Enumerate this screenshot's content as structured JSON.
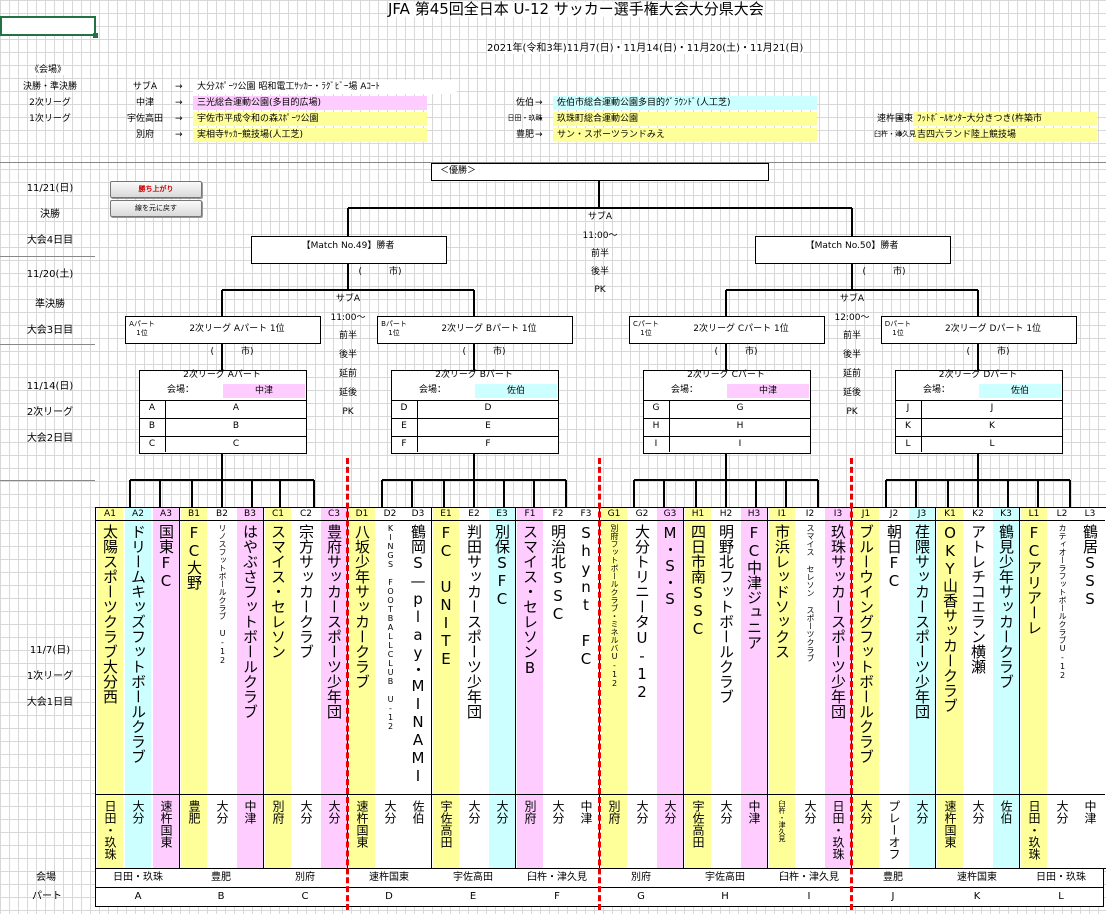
{
  "title": "JFA 第45回全日本 U-12 サッカー選手権大会大分県大会",
  "dates": "2021年(令和3年)11月7(日)・11月14(日)・11月20(土)・11月21(日)",
  "venues_header": "《会場》",
  "venue_rows": [
    {
      "label": "決勝・準決勝",
      "items": [
        {
          "tag": "サブA",
          "arrow": "→",
          "name": "大分ｽﾎﾟｰﾂ公園 昭和電工ｻｯｶｰ・ﾗｸﾞﾋﾞｰ場 Aｺｰﾄ"
        }
      ]
    },
    {
      "label": "2次リーグ",
      "items": [
        {
          "tag": "中津",
          "arrow": "→",
          "name": "三光総合運動公園(多目的広場)"
        },
        {
          "tag": "佐伯",
          "arrow": "→",
          "name": "佐伯市総合運動公園多目的ｸﾞﾗｳﾝﾄﾞ(人工芝)"
        }
      ]
    },
    {
      "label": "1次リーグ",
      "items": [
        {
          "tag": "宇佐高田",
          "arrow": "→",
          "name": "宇佐市平成令和の森ｽﾎﾟｰﾂ公園"
        },
        {
          "tag": "日田・玖珠",
          "arrow": "→",
          "name": "玖珠町総合運動公園"
        },
        {
          "tag": "速杵国東",
          "arrow": "→",
          "name": "ﾌｯﾄﾎﾞｰﾙｾﾝﾀｰ大分きつき(杵築市"
        }
      ]
    },
    {
      "label": "",
      "items": [
        {
          "tag": "別府",
          "arrow": "→",
          "name": "実相寺ｻｯｶｰ競技場(人工芝)"
        },
        {
          "tag": "豊肥",
          "arrow": "→",
          "name": "サン・スポーツランドみえ"
        },
        {
          "tag": "臼杵・津久見",
          "arrow": "→",
          "name": "吉四六ランド陸上競技場"
        }
      ]
    }
  ],
  "side_labels": [
    {
      "date": "11/21(日)",
      "round": "決勝",
      "day": "大会4日目"
    },
    {
      "date": "11/20(土)",
      "round": "準決勝",
      "day": "大会3日目"
    },
    {
      "date": "11/14(日)",
      "round": "2次リーグ",
      "day": "大会2日目"
    },
    {
      "date": "11/7(日)",
      "round": "1次リーグ",
      "day": "大会1日目"
    }
  ],
  "buttons": {
    "raise": "勝ち上がり",
    "reset": "線を元に戻す"
  },
  "final": {
    "champion": "＜優勝＞",
    "venue": "サブA",
    "time": "11:00～",
    "score_labels": [
      "前半",
      "後半",
      "PK"
    ],
    "left": "【Match No.49】勝者",
    "right": "【Match No.50】勝者",
    "city": "(　　　市)"
  },
  "semis": [
    {
      "venue": "サブA",
      "time": "11:00～",
      "labels": [
        "前半",
        "後半",
        "延前",
        "延後",
        "PK"
      ],
      "a": {
        "tag": "Aパート\n1位",
        "name": "2次リーグ Aパート 1位",
        "city": "(　　　市)"
      },
      "b": {
        "tag": "Bパート\n1位",
        "name": "2次リーグ Bパート 1位",
        "city": "(　　　市)"
      }
    },
    {
      "venue": "サブA",
      "time": "12:00～",
      "labels": [
        "前半",
        "後半",
        "延前",
        "延後",
        "PK"
      ],
      "a": {
        "tag": "Cパート\n1位",
        "name": "2次リーグ Cパート 1位",
        "city": "(　　　市)"
      },
      "b": {
        "tag": "Dパート\n1位",
        "name": "2次リーグ Dパート 1位",
        "city": "(　　　市)"
      }
    }
  ],
  "groups2": [
    {
      "title": "2次リーグ Aパート",
      "venue_label": "会場：",
      "venue": "中津",
      "color": "#ffccff",
      "rows": [
        "A",
        "B",
        "C"
      ]
    },
    {
      "title": "2次リーグ Bパート",
      "venue_label": "会場：",
      "venue": "佐伯",
      "color": "#ccffff",
      "rows": [
        "D",
        "E",
        "F"
      ]
    },
    {
      "title": "2次リーグ Cパート",
      "venue_label": "会場：",
      "venue": "中津",
      "color": "#ffccff",
      "rows": [
        "G",
        "H",
        "I"
      ]
    },
    {
      "title": "2次リーグ Dパート",
      "venue_label": "会場：",
      "venue": "佐伯",
      "color": "#ccffff",
      "rows": [
        "J",
        "K",
        "L"
      ]
    }
  ],
  "teams": [
    {
      "code": "A1",
      "name": "太陽スポーツクラブ大分西",
      "pref": "日田・玖珠",
      "color": "#ffff99"
    },
    {
      "code": "A2",
      "name": "ドリームキッズフットボールクラブ",
      "pref": "大分",
      "color": "#ccffff"
    },
    {
      "code": "A3",
      "name": "国東FC",
      "pref": "速杵国東",
      "color": "#ffccff"
    },
    {
      "code": "B1",
      "name": "FC大野",
      "pref": "豊肥",
      "color": "#ffff99"
    },
    {
      "code": "B2",
      "name": "リノスフットボールクラブ U-12",
      "pref": "大分",
      "color": "#ffffff"
    },
    {
      "code": "B3",
      "name": "はやぶさフットボールクラブ",
      "pref": "中津",
      "color": "#ffccff"
    },
    {
      "code": "C1",
      "name": "スマイス・セレソン",
      "pref": "別府",
      "color": "#ffff99"
    },
    {
      "code": "C2",
      "name": "宗方サッカークラブ",
      "pref": "大分",
      "color": "#ffffff"
    },
    {
      "code": "C3",
      "name": "豊府サッカースポーツ少年団",
      "pref": "大分",
      "color": "#ffccff"
    },
    {
      "code": "D1",
      "name": "八坂少年サッカークラブ",
      "pref": "速杵国東",
      "color": "#ffff99"
    },
    {
      "code": "D2",
      "name": "KINGS FOOTBALLCLUB U-12",
      "pref": "大分",
      "color": "#ffffff"
    },
    {
      "code": "D3",
      "name": "鶴岡S—play・MINAMI",
      "pref": "佐伯",
      "color": "#ffffff"
    },
    {
      "code": "E1",
      "name": "FC UNITE",
      "pref": "宇佐高田",
      "color": "#ffff99"
    },
    {
      "code": "E2",
      "name": "判田サッカースポーツ少年団",
      "pref": "大分",
      "color": "#ffffff"
    },
    {
      "code": "E3",
      "name": "別保SFC",
      "pref": "大分",
      "color": "#ccffff"
    },
    {
      "code": "F1",
      "name": "スマイス・セレソンB",
      "pref": "別府",
      "color": "#ffccff"
    },
    {
      "code": "F2",
      "name": "明治北SSC",
      "pref": "大分",
      "color": "#ffffff"
    },
    {
      "code": "F3",
      "name": "Shynt FC",
      "pref": "中津",
      "color": "#ffffff"
    },
    {
      "code": "G1",
      "name": "別府フットボールクラブ・ミネルバU-12",
      "pref": "別府",
      "color": "#ffff99"
    },
    {
      "code": "G2",
      "name": "大分トリニータU-12",
      "pref": "大分",
      "color": "#ffffff"
    },
    {
      "code": "G3",
      "name": "M・S・S",
      "pref": "大分",
      "color": "#ffccff"
    },
    {
      "code": "H1",
      "name": "四日市南SSC",
      "pref": "宇佐高田",
      "color": "#ffff99"
    },
    {
      "code": "H2",
      "name": "明野北フットボールクラブ",
      "pref": "大分",
      "color": "#ffffff"
    },
    {
      "code": "H3",
      "name": "FC中津ジュニア",
      "pref": "中津",
      "color": "#ffccff"
    },
    {
      "code": "I1",
      "name": "市浜レッドソックス",
      "pref": "臼杵・津久見",
      "color": "#ffff99"
    },
    {
      "code": "I2",
      "name": "スマイス セレソン スポーツクラブ",
      "pref": "大分",
      "color": "#ffffff"
    },
    {
      "code": "I3",
      "name": "玖珠サッカースポーツ少年団",
      "pref": "日田・玖珠",
      "color": "#ffccff"
    },
    {
      "code": "J1",
      "name": "ブルーウイングフットボールクラブ",
      "pref": "大分",
      "color": "#ffff99"
    },
    {
      "code": "J2",
      "name": "朝日FC",
      "pref": "プレーオフ",
      "color": "#ffffff"
    },
    {
      "code": "J3",
      "name": "荏隈サッカースポーツ少年団",
      "pref": "大分",
      "color": "#ccffff"
    },
    {
      "code": "K1",
      "name": "OKY山香サッカークラブ",
      "pref": "速杵国東",
      "color": "#ffff99"
    },
    {
      "code": "K2",
      "name": "アトレチコエラン横瀬",
      "pref": "大分",
      "color": "#ffffff"
    },
    {
      "code": "K3",
      "name": "鶴見少年サッカークラブ",
      "pref": "佐伯",
      "color": "#ccffff"
    },
    {
      "code": "L1",
      "name": "FCアリアーレ",
      "pref": "日田・玖珠",
      "color": "#ffff99"
    },
    {
      "code": "L2",
      "name": "カティオーラフットボールクラブU-12",
      "pref": "大分",
      "color": "#ffffff"
    },
    {
      "code": "L3",
      "name": "鶴居SSS",
      "pref": "中津",
      "color": "#ffffff"
    }
  ],
  "footer": {
    "venue_label": "会場",
    "part_label": "パート",
    "venues": [
      "日田・玖珠",
      "豊肥",
      "別府",
      "速杵国東",
      "宇佐高田",
      "臼杵・津久見",
      "別府",
      "宇佐高田",
      "臼杵・津久見",
      "豊肥",
      "速杵国東",
      "日田・玖珠"
    ],
    "parts": [
      "A",
      "B",
      "C",
      "D",
      "E",
      "F",
      "G",
      "H",
      "I",
      "J",
      "K",
      "L"
    ]
  }
}
